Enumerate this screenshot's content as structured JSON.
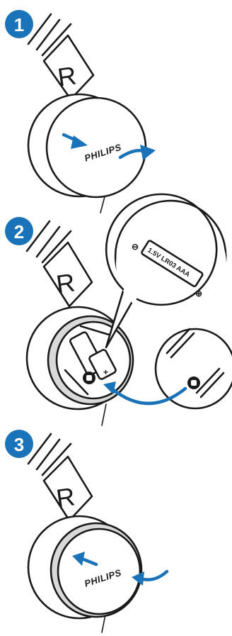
{
  "steps": [
    {
      "number": "1",
      "side_letter": "R",
      "brand": "PHILIPS"
    },
    {
      "number": "2",
      "side_letter": "R",
      "battery_label": "1.5V LR03 AAA",
      "minus": "⊖",
      "plus": "⊕",
      "compartment_plus": "+"
    },
    {
      "number": "3",
      "side_letter": "R",
      "brand": "PHILIPS"
    }
  ],
  "colors": {
    "accent": "#1a73b8",
    "line": "#1a1a1a"
  }
}
